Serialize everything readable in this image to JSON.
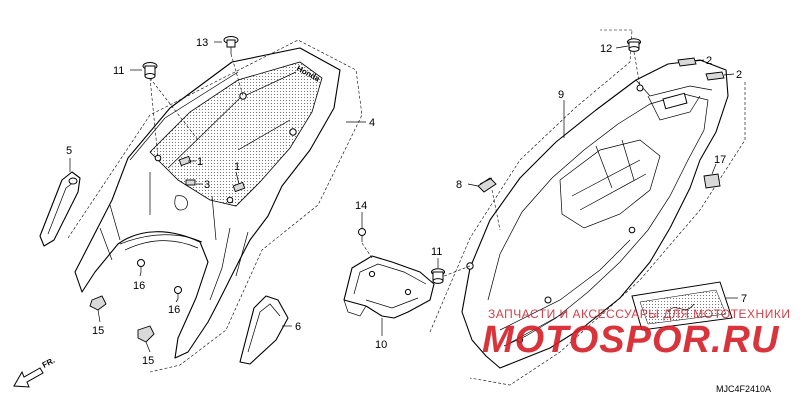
{
  "part_labels": [
    "13",
    "11",
    "5",
    "1",
    "3",
    "1",
    "4",
    "16",
    "15",
    "16",
    "15",
    "6",
    "14",
    "11",
    "10",
    "8",
    "9",
    "12",
    "2",
    "2",
    "17",
    "7"
  ],
  "diagram_code": "MJC4F2410A",
  "front_indicator": "FR.",
  "cowl_emblem": "Honda",
  "watermark": {
    "line1": "ЗАПЧАСТИ И АКСЕССУАРЫ ДЛЯ МОТОТЕХНИКИ",
    "line2": "MOTOSPOR.RU"
  },
  "colors": {
    "line": "#000000",
    "watermark": "#d51e27",
    "background": "#ffffff"
  }
}
